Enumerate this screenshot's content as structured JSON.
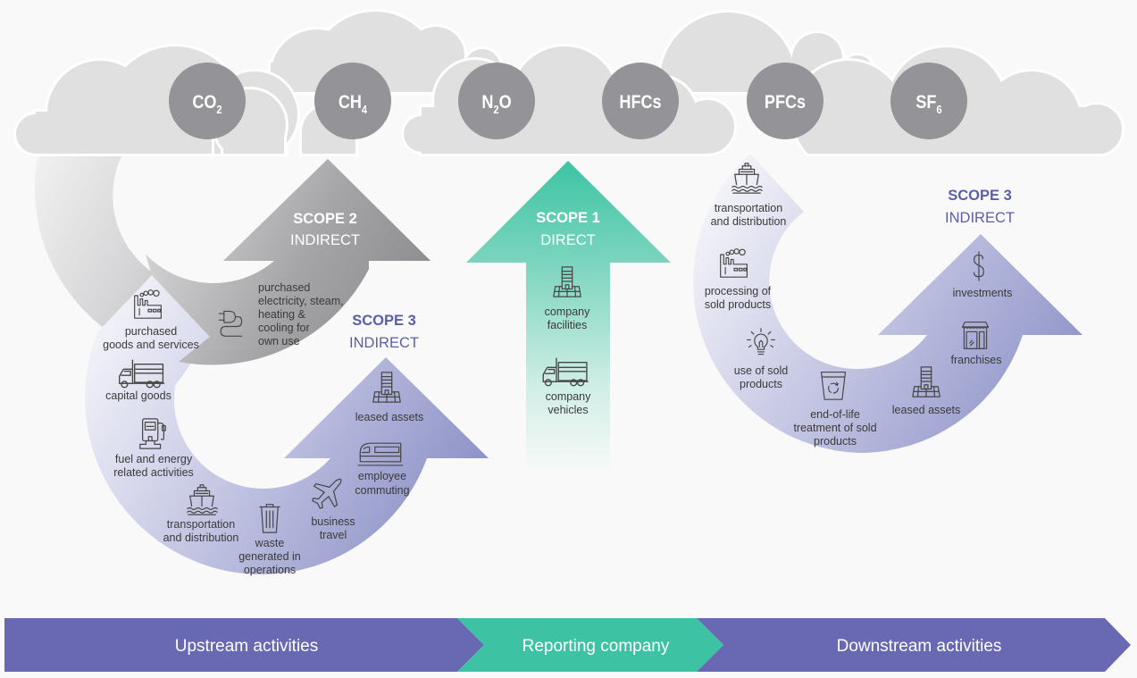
{
  "gases": [
    {
      "main": "CO",
      "sub": "2"
    },
    {
      "main": "CH",
      "sub": "4"
    },
    {
      "main": "N",
      "sub": "2",
      "suffix": "O"
    },
    {
      "main": "HFCs"
    },
    {
      "main": "PFCs"
    },
    {
      "main": "SF",
      "sub": "6"
    }
  ],
  "scope2": {
    "title": "SCOPE 2",
    "type": "INDIRECT",
    "items": [
      {
        "icon": "plug-icon",
        "lines": [
          "purchased",
          "electricity, steam,",
          "heating &",
          "cooling for",
          "own use"
        ]
      }
    ]
  },
  "scope1": {
    "title": "SCOPE 1",
    "type": "DIRECT",
    "items": [
      {
        "icon": "building-icon",
        "lines": [
          "company",
          "facilities"
        ]
      },
      {
        "icon": "truck-icon",
        "lines": [
          "company",
          "vehicles"
        ]
      }
    ]
  },
  "scope3_upstream": {
    "title": "SCOPE 3",
    "type": "INDIRECT",
    "items": [
      {
        "icon": "factory-icon",
        "lines": [
          "purchased",
          "goods and services"
        ]
      },
      {
        "icon": "truck-icon",
        "lines": [
          "capital goods"
        ]
      },
      {
        "icon": "fuel-pump-icon",
        "lines": [
          "fuel and energy",
          "related activities"
        ]
      },
      {
        "icon": "ship-icon",
        "lines": [
          "transportation",
          "and distribution"
        ]
      },
      {
        "icon": "trash-can-icon",
        "lines": [
          "waste",
          "generated in",
          "operations"
        ]
      },
      {
        "icon": "airplane-icon",
        "lines": [
          "business",
          "travel"
        ]
      },
      {
        "icon": "train-icon",
        "lines": [
          "employee",
          "commuting"
        ]
      },
      {
        "icon": "building-icon",
        "lines": [
          "leased assets"
        ]
      }
    ]
  },
  "scope3_downstream": {
    "title": "SCOPE 3",
    "type": "INDIRECT",
    "items": [
      {
        "icon": "ship-icon",
        "lines": [
          "transportation",
          "and distribution"
        ]
      },
      {
        "icon": "factory-icon",
        "lines": [
          "processing of",
          "sold products"
        ]
      },
      {
        "icon": "light-bulb-icon",
        "lines": [
          "use of sold",
          "products"
        ]
      },
      {
        "icon": "recycle-bin-icon",
        "lines": [
          "end-of-life",
          "treatment of sold",
          "products"
        ]
      },
      {
        "icon": "building-icon",
        "lines": [
          "leased assets"
        ]
      },
      {
        "icon": "storefront-icon",
        "lines": [
          "franchises"
        ]
      },
      {
        "icon": "dollar-icon",
        "lines": [
          "investments"
        ]
      }
    ]
  },
  "value_chain": {
    "upstream": "Upstream activities",
    "reporting": "Reporting company",
    "downstream": "Downstream activities"
  },
  "colors": {
    "background": "#f9f9f9",
    "cloud": "#e0e0e0",
    "gas_circle": "#939398",
    "upstream_downstream": "#6868b3",
    "reporting_company": "#3dc3a3",
    "scope3_text": "#5b5fa8",
    "label_text": "#3a3a3a"
  }
}
